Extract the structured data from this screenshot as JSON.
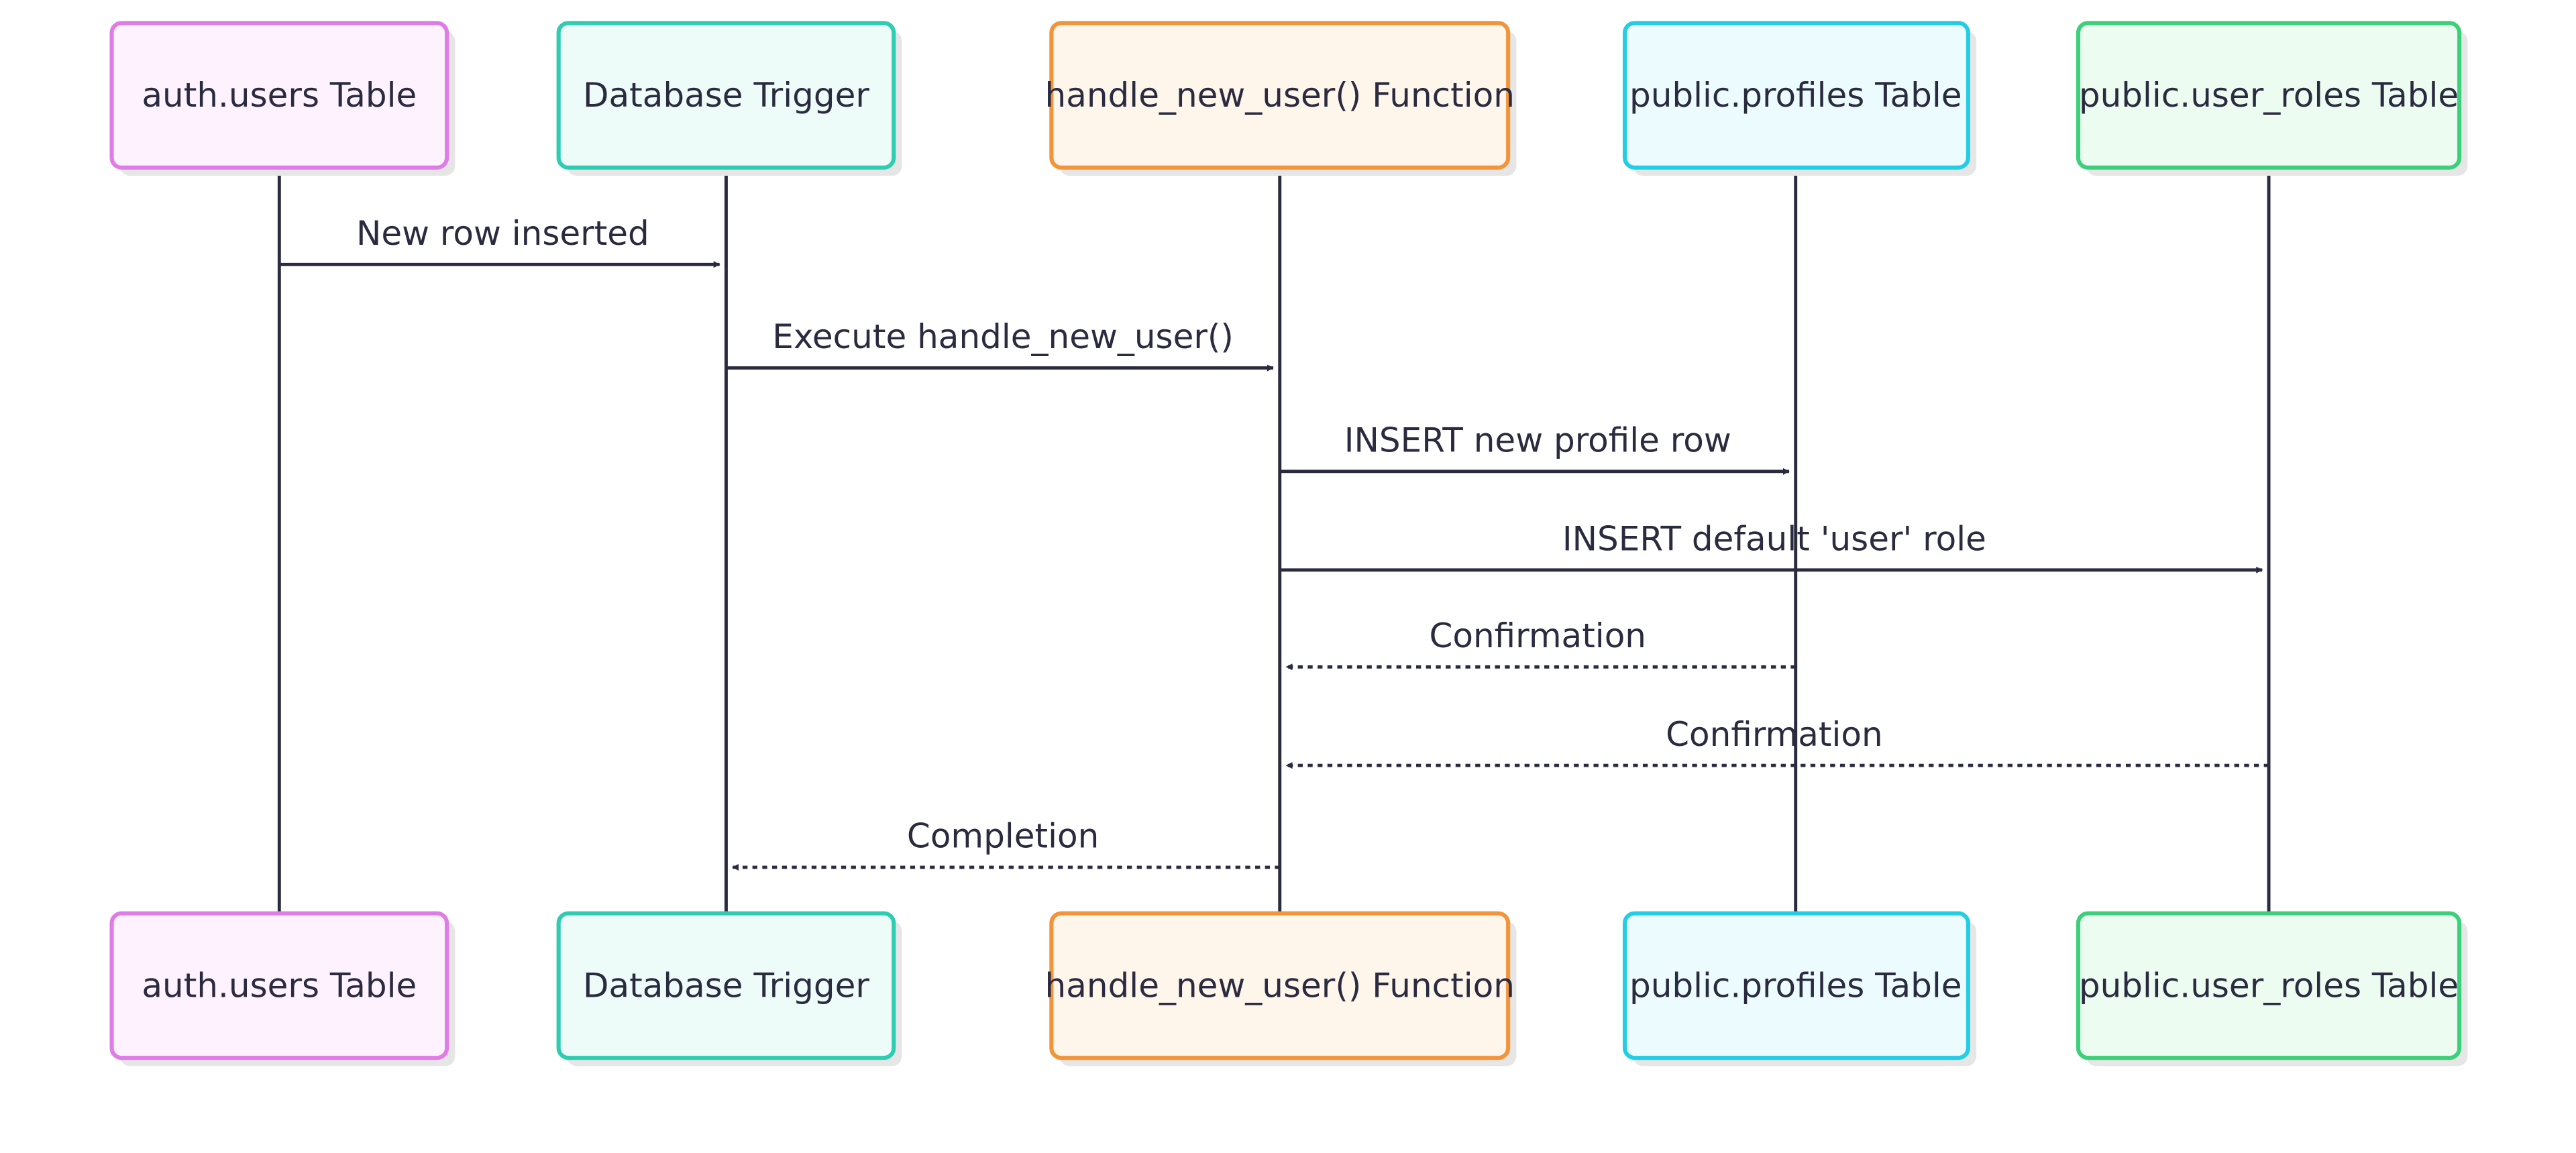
{
  "participants": [
    {
      "id": "auth",
      "label": "auth.users Table",
      "stroke": "#e07ce8",
      "fill": "#fdf2fe"
    },
    {
      "id": "trigger",
      "label": "Database Trigger",
      "stroke": "#2ecdb2",
      "fill": "#edfcf8"
    },
    {
      "id": "func",
      "label": "handle_new_user() Function",
      "stroke": "#f4943a",
      "fill": "#fef5eb"
    },
    {
      "id": "profiles",
      "label": "public.profiles Table",
      "stroke": "#22cde6",
      "fill": "#ecfcfe"
    },
    {
      "id": "roles",
      "label": "public.user_roles Table",
      "stroke": "#3dd07a",
      "fill": "#edfcf1"
    }
  ],
  "messages": [
    {
      "from": "auth",
      "to": "trigger",
      "label": "New row inserted",
      "style": "solid"
    },
    {
      "from": "trigger",
      "to": "func",
      "label": "Execute handle_new_user()",
      "style": "solid"
    },
    {
      "from": "func",
      "to": "profiles",
      "label": "INSERT new profile row",
      "style": "solid"
    },
    {
      "from": "func",
      "to": "roles",
      "label": "INSERT default 'user' role",
      "style": "solid"
    },
    {
      "from": "profiles",
      "to": "func",
      "label": "Confirmation",
      "style": "dotted"
    },
    {
      "from": "roles",
      "to": "func",
      "label": "Confirmation",
      "style": "dotted"
    },
    {
      "from": "func",
      "to": "trigger",
      "label": "Completion",
      "style": "dotted"
    }
  ],
  "colors": {
    "line": "#2b2b40",
    "shadow": "#e6e6e6"
  }
}
